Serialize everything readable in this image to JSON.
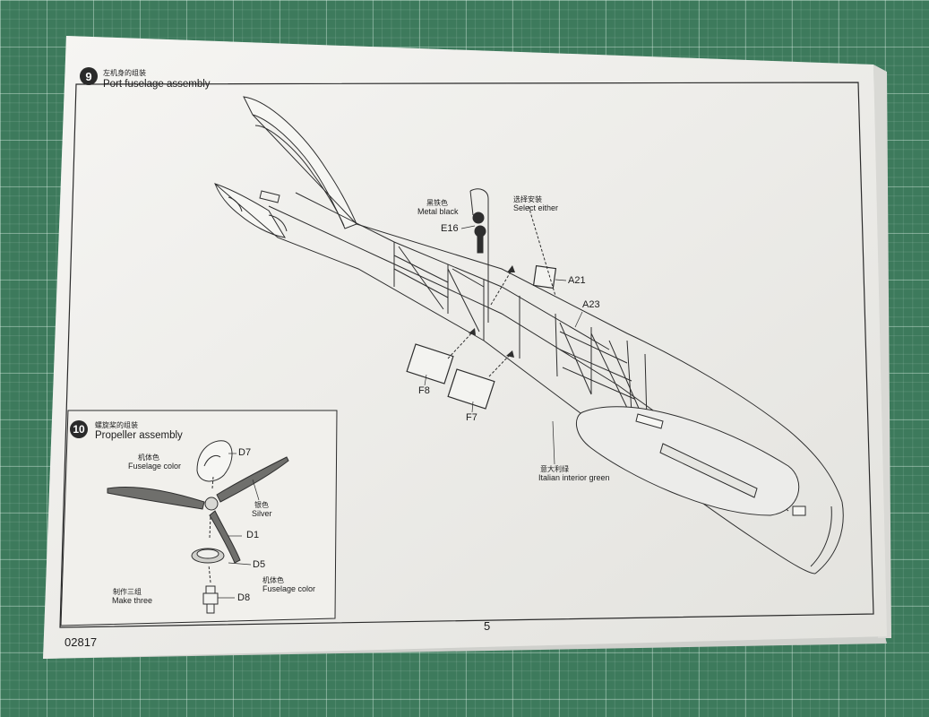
{
  "step9": {
    "number": "9",
    "title_cn": "左机身的组装",
    "title_en": "Port fuselage assembly",
    "callouts": {
      "metal_black_cn": "黑铁色",
      "metal_black_en": "Metal black",
      "select_either_cn": "选择安装",
      "select_either_en": "Select either",
      "e16": "E16",
      "a21": "A21",
      "a23": "A23",
      "f8": "F8",
      "f7": "F7",
      "interior_green_cn": "意大利绿",
      "interior_green_en": "Italian interior green"
    }
  },
  "step10": {
    "number": "10",
    "title_cn": "螺旋桨的组装",
    "title_en": "Propeller assembly",
    "callouts": {
      "d7": "D7",
      "fuselage_color1_cn": "机体色",
      "fuselage_color1_en": "Fuselage color",
      "silver_cn": "银色",
      "silver_en": "Silver",
      "d1": "D1",
      "d5": "D5",
      "fuselage_color2_cn": "机体色",
      "fuselage_color2_en": "Fuselage color",
      "make_three_cn": "制作三组",
      "make_three_en": "Make three",
      "d8": "D8"
    }
  },
  "footer": {
    "page_number": "5",
    "code": "02817"
  },
  "colors": {
    "mat_green": "#3d7a5c",
    "paper": "#f1f0ec",
    "ink": "#1c1c1c"
  }
}
